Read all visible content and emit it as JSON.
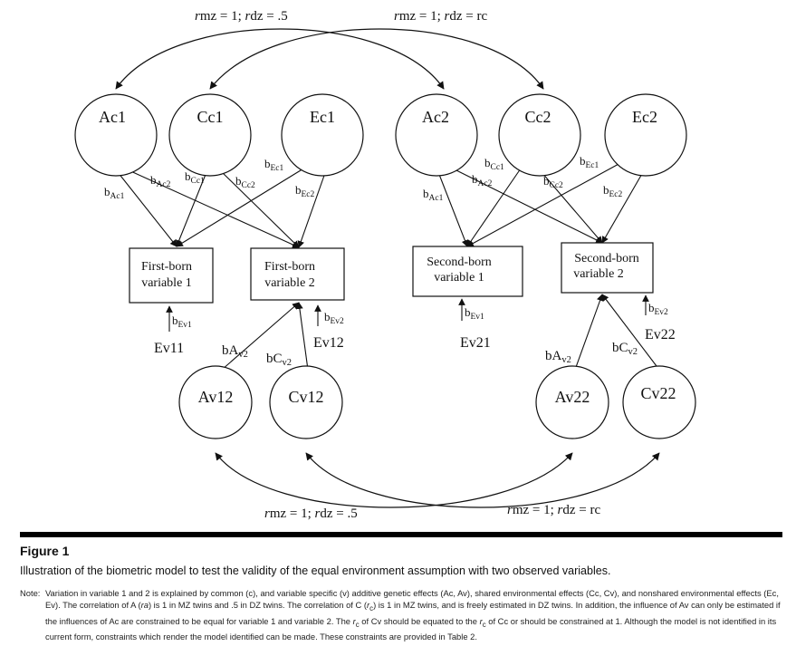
{
  "correlations": {
    "top_left": {
      "r": "r",
      "rest": "mz = 1; ",
      "r2": "r",
      "rest2": "dz = .5"
    },
    "top_right": {
      "r": "r",
      "rest": "mz = 1; ",
      "r2": "r",
      "rest2": "dz = rc"
    },
    "bottom_left": {
      "r": "r",
      "rest": "mz = 1; ",
      "r2": "r",
      "rest2": "dz = .5"
    },
    "bottom_right": {
      "r": "r",
      "rest": "mz = 1; ",
      "r2": "r",
      "rest2": "dz = rc"
    }
  },
  "latent_top": [
    "Ac1",
    "Cc1",
    "Ec1",
    "Ac2",
    "Cc2",
    "Ec2"
  ],
  "latent_bottom": [
    "Av12",
    "Cv12",
    "Av22",
    "Cv22"
  ],
  "observed": {
    "fb1": [
      "First-born",
      "variable 1"
    ],
    "fb2": [
      "First-born",
      "variable 2"
    ],
    "sb1": [
      "Second-born",
      "variable 1"
    ],
    "sb2": [
      "Second-born",
      "variable 2"
    ]
  },
  "paths": {
    "base": "b",
    "bAc1": "Ac1",
    "bAc2": "Ac2",
    "bCc1": "Cc1",
    "bCc2": "Cc2",
    "bEc1": "Ec1",
    "bEc2": "Ec2",
    "bEv1": "Ev1",
    "bEv2": "Ev2",
    "bAv2_base": "bA",
    "bAv2_sub": "v2",
    "bCv2_base": "bC",
    "bCv2_sub": "v2"
  },
  "errors": {
    "ev11": "Ev11",
    "ev12": "Ev12",
    "ev21": "Ev21",
    "ev22": "Ev22"
  },
  "figure": {
    "label": "Figure 1",
    "title": "Illustration of the biometric model to test the validity of the equal environment assumption with two observed variables.",
    "note_label": "Note:",
    "note_text_1": "Variation in variable 1 and 2 is explained by common (c), and variable specific (v) additive genetic effects (Ac, Av), shared environmental effects (Cc, Cv), and nonshared environmental effects (Ec, Ev). The correlation of A (",
    "note_ra": "ra",
    "note_text_2": ") is 1 in MZ twins and .5 in DZ twins. The correlation of C (",
    "note_rc": "r",
    "note_rc_sub": "c",
    "note_text_3": ") is 1 in MZ twins, and is freely estimated in DZ twins. In addition, the influence of Av can only be estimated if the influences of Ac are constrained to be equal for variable 1 and variable 2. The ",
    "note_rc2": "r",
    "note_rc2_sub": "c",
    "note_text_4": " of Cv should be equated to the ",
    "note_rc3": "r",
    "note_rc3_sub": "c",
    "note_text_5": " of Cc or should be constrained at 1. Although the model is not identified in its current form, constraints which render the model identified can be made. These constraints are provided in Table 2."
  }
}
